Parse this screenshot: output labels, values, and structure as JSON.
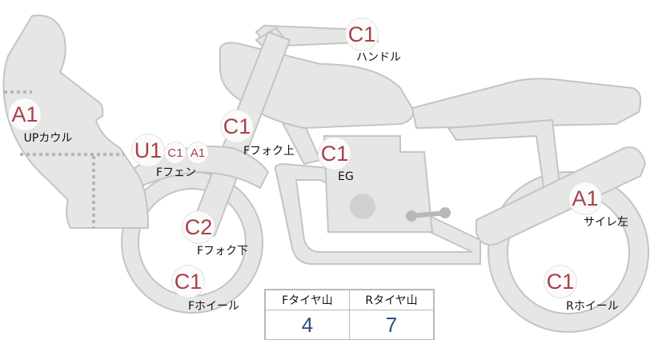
{
  "colors": {
    "body_fill": "#e6e6e4",
    "body_stroke": "#c4c4c4",
    "badge_text": "#a8404a",
    "value_text": "#2f4f86"
  },
  "parts": [
    {
      "id": "handle",
      "grade": "C1",
      "label": "ハンドル"
    },
    {
      "id": "up-cowl",
      "grade": "A1",
      "label": "UPカウル"
    },
    {
      "id": "f-fender",
      "grade": "U1",
      "extra_grades": [
        "C1",
        "A1"
      ],
      "label": "Fフェン"
    },
    {
      "id": "f-fork-upper",
      "grade": "C1",
      "label": "Fフォク上"
    },
    {
      "id": "engine",
      "grade": "C1",
      "label": "EG"
    },
    {
      "id": "f-fork-lower",
      "grade": "C2",
      "label": "Fフォク下"
    },
    {
      "id": "silencer-left",
      "grade": "A1",
      "label": "サイレ左"
    },
    {
      "id": "f-wheel",
      "grade": "C1",
      "label": "Fホイール"
    },
    {
      "id": "r-wheel",
      "grade": "C1",
      "label": "Rホイール"
    }
  ],
  "tire_table": {
    "headers": [
      "Fタイヤ山",
      "Rタイヤ山"
    ],
    "values": [
      "4",
      "7"
    ]
  }
}
